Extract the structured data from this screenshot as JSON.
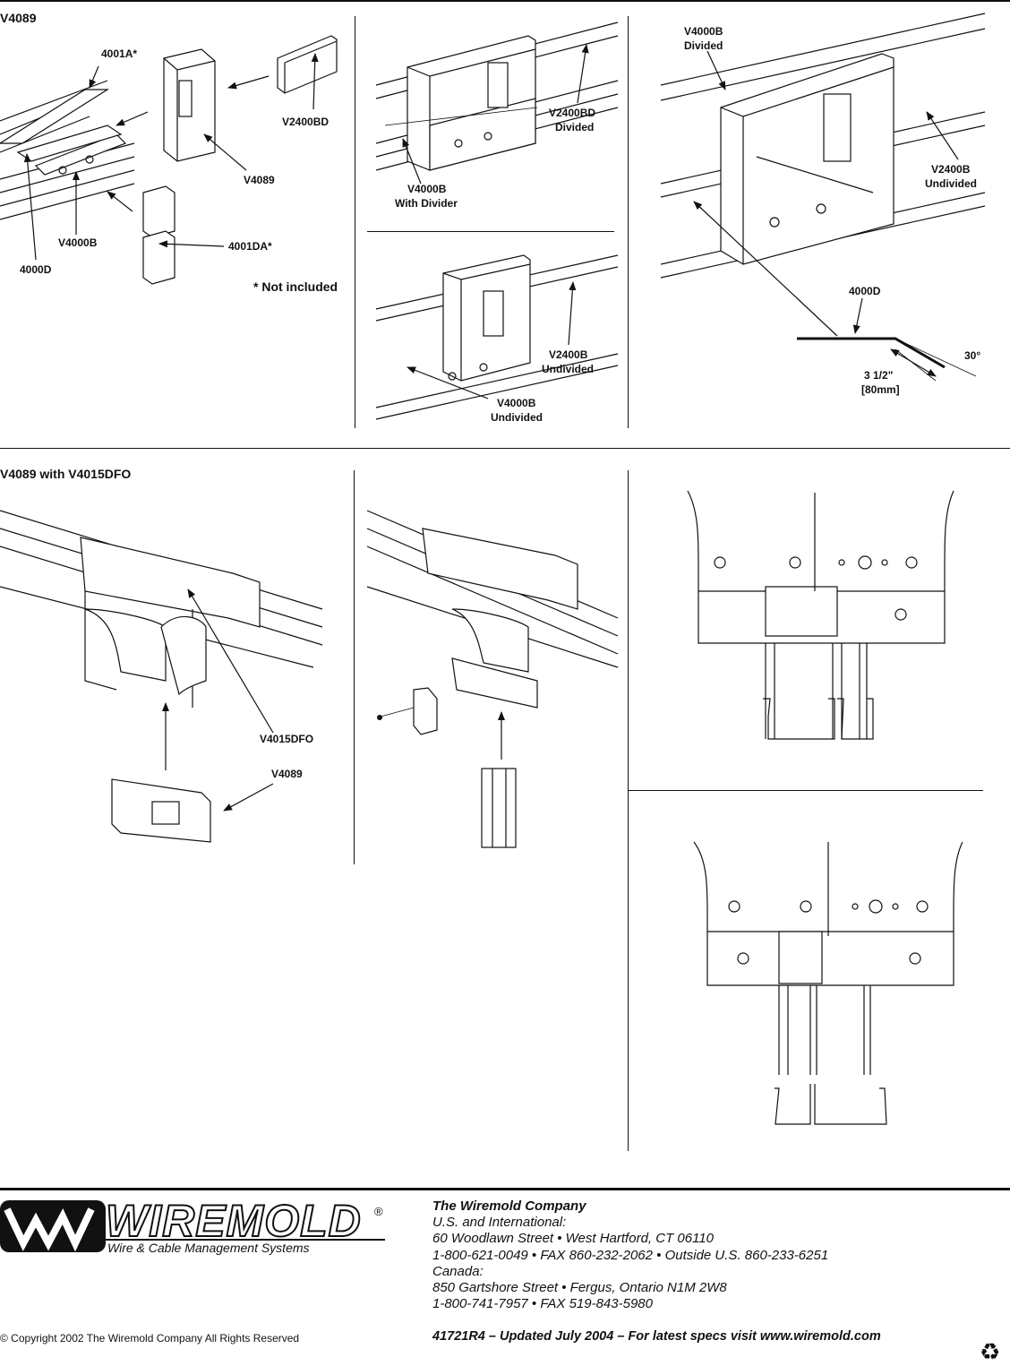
{
  "sections": {
    "top_title": "V4089",
    "bottom_title": "V4089 with V4015DFO"
  },
  "labels": {
    "p1": {
      "l4001a": "4001A*",
      "v2400bd": "V2400BD",
      "v4089": "V4089",
      "v4000b": "V4000B",
      "l4000d": "4000D",
      "l4001da": "4001DA*",
      "not_included": "* Not included"
    },
    "p2": {
      "v4000b_line1": "V4000B",
      "v4000b_line2": "With Divider",
      "v2400bd_line1": "V2400BD",
      "v2400bd_line2": "Divided"
    },
    "p3": {
      "v2400b_line1": "V2400B",
      "v2400b_line2": "Undivided",
      "v4000b_line1": "V4000B",
      "v4000b_line2": "Undivided"
    },
    "p4": {
      "v4000b_line1": "V4000B",
      "v4000b_line2": "Divided",
      "v2400b_line1": "V2400B",
      "v2400b_line2": "Undivided",
      "l4000d": "4000D",
      "angle": "30°",
      "dim_line1": "3 1/2\"",
      "dim_line2": "[80mm]"
    },
    "p5": {
      "v4015dfo": "V4015DFO",
      "v4089": "V4089"
    }
  },
  "footer": {
    "logo_word": "WIREMOLD",
    "logo_reg": "®",
    "logo_tagline": "Wire & Cable Management Systems",
    "company": "The Wiremold Company",
    "addr_line1": "U.S. and International:",
    "addr_line2": "60 Woodlawn Street  •  West Hartford, CT 06110",
    "addr_line3": "1-800-621-0049  •  FAX 860-232-2062  •  Outside U.S. 860-233-6251",
    "addr_line4": "Canada:",
    "addr_line5": "850 Gartshore Street  •  Fergus, Ontario N1M 2W8",
    "addr_line6": "1-800-741-7957  •  FAX 519-843-5980",
    "copyright": "© Copyright 2002   The Wiremold Company   All Rights Reserved",
    "doc_line": "41721R4  –  Updated July 2004  –  For latest specs visit www.wiremold.com",
    "recycle_icon": "recycle-icon"
  }
}
